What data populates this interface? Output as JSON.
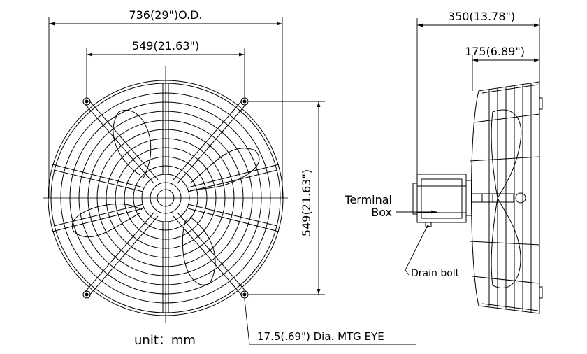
{
  "dimensions": {
    "outer_diameter": "736(29\")O.D.",
    "mounting_horizontal": "549(21.63\")",
    "mounting_vertical": "549(21.63\")",
    "depth_total": "350(13.78\")",
    "depth_guard": "175(6.89\")"
  },
  "labels": {
    "terminal_box_line1": "Terminal",
    "terminal_box_line2": "Box",
    "drain_bolt": "Drain bolt",
    "mtg_eye": "17.5(.69\") Dia. MTG EYE",
    "unit": "unit：mm"
  },
  "colors": {
    "line": "#000000",
    "background": "#ffffff"
  }
}
